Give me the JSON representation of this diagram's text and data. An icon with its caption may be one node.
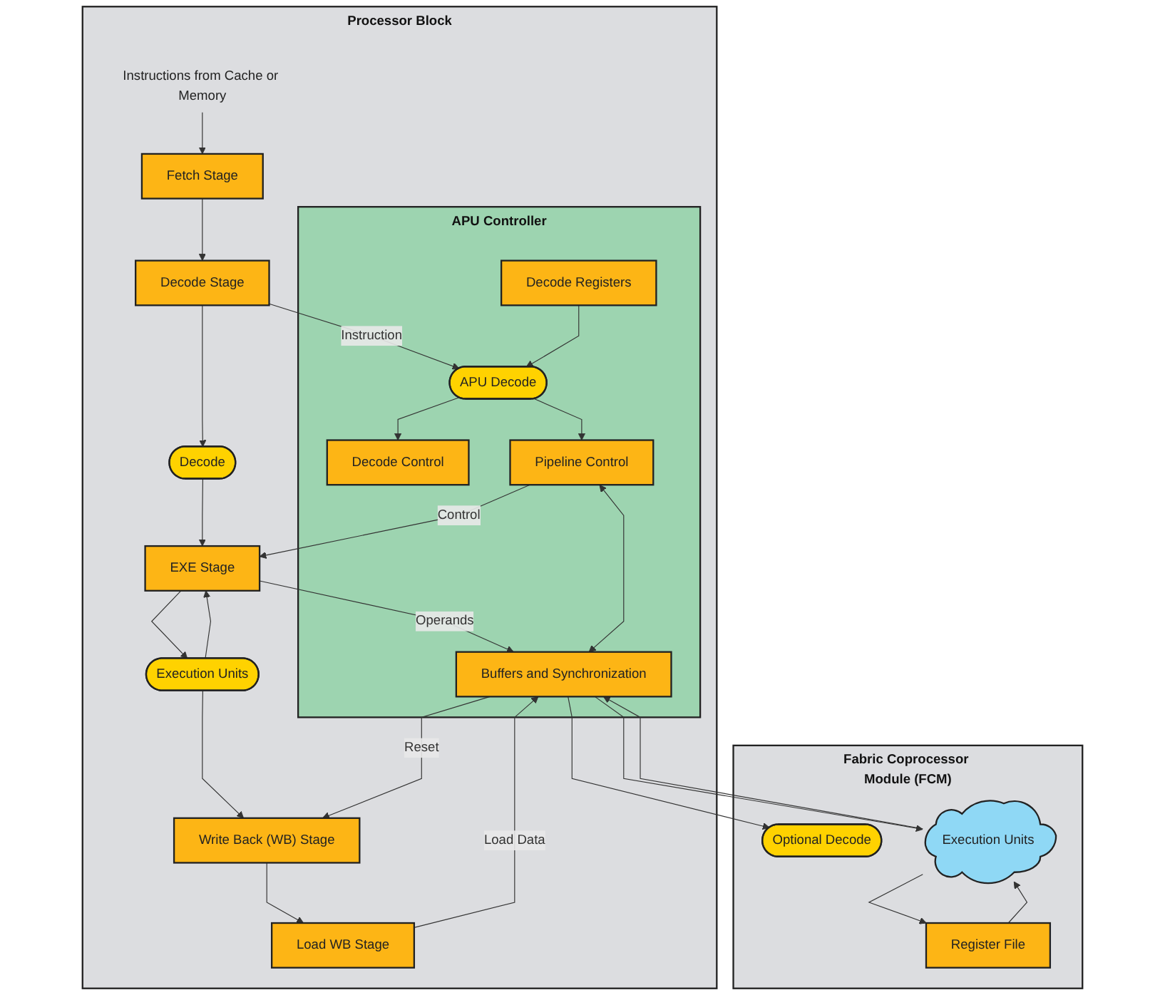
{
  "diagram": {
    "nodes": [
      {
        "text": [
          "Processor Block"
        ]
      },
      {
        "text": [
          "APU Controller"
        ],
        "in": 0
      },
      {
        "text": [
          "Instructions from Cache or Memory"
        ],
        "in": 0
      },
      {
        "text": [
          "Fetch Stage"
        ],
        "in": 0
      },
      {
        "text": [
          "Decode Stage"
        ],
        "in": 0
      },
      {
        "text": [
          "Decode"
        ],
        "in": 0
      },
      {
        "text": [
          "EXE Stage"
        ],
        "in": 0
      },
      {
        "text": [
          "Execution Units"
        ],
        "in": 0
      },
      {
        "text": [
          "Write Back (WB) Stage"
        ],
        "in": 0
      },
      {
        "text": [
          "Load WB Stage"
        ],
        "in": 0
      },
      {
        "text": [
          "Decode Control"
        ],
        "in": 1
      },
      {
        "text": [
          "Decode Registers"
        ],
        "in": 1
      },
      {
        "text": [
          "APU Decode"
        ],
        "in": 1
      },
      {
        "text": [
          "Pipeline Control"
        ],
        "in": 1
      },
      {
        "text": [
          "Buffers and Synchronization"
        ],
        "in": 1
      },
      {
        "text": [
          "Fabric Coprocessor Module (FCM)"
        ]
      },
      {
        "text": [
          "Optional Decode"
        ],
        "in": 15
      },
      {
        "text": [
          "Execution Units"
        ],
        "in": 15
      },
      {
        "text": [
          "Register File"
        ],
        "in": 15
      }
    ],
    "edges": [
      {
        "from": 2,
        "to": 3,
        "arrow": "to"
      },
      {
        "from": 3,
        "to": 4,
        "arrow": "to"
      },
      {
        "from": 4,
        "to": 5,
        "arrow": "to"
      },
      {
        "from": 4,
        "to": 12,
        "arrow": "to",
        "label": "Instruction"
      },
      {
        "from": 5,
        "to": 6,
        "arrow": "to"
      },
      {
        "from": 13,
        "to": 6,
        "arrow": "to",
        "label": "Control"
      },
      {
        "from": 6,
        "to": 14,
        "arrow": "to",
        "label": "Operands"
      },
      {
        "from": 6,
        "to": 7,
        "arrow": "to"
      },
      {
        "from": 7,
        "to": 8,
        "arrow": "to"
      },
      {
        "from": 14,
        "to": 8,
        "arrow": "to",
        "label": "Reset"
      },
      {
        "from": 7,
        "to": 6,
        "arrow": "to"
      },
      {
        "from": 8,
        "to": 9,
        "arrow": "to"
      },
      {
        "from": 9,
        "to": 14,
        "arrow": "to",
        "label": "Load Data"
      },
      {
        "from": 12,
        "to": 10,
        "arrow": "to"
      },
      {
        "from": 11,
        "to": 12,
        "arrow": "to"
      },
      {
        "from": 12,
        "to": 13,
        "arrow": "to"
      },
      {
        "from": 13,
        "to": 14,
        "arrow": "both"
      },
      {
        "from": 14,
        "to": 16,
        "arrow": "to"
      },
      {
        "from": 14,
        "to": 17,
        "arrow": "to"
      },
      {
        "from": 17,
        "to": 14,
        "arrow": "to"
      },
      {
        "from": 17,
        "to": 18,
        "arrow": "to"
      },
      {
        "from": 18,
        "to": 17,
        "arrow": "to"
      }
    ]
  }
}
